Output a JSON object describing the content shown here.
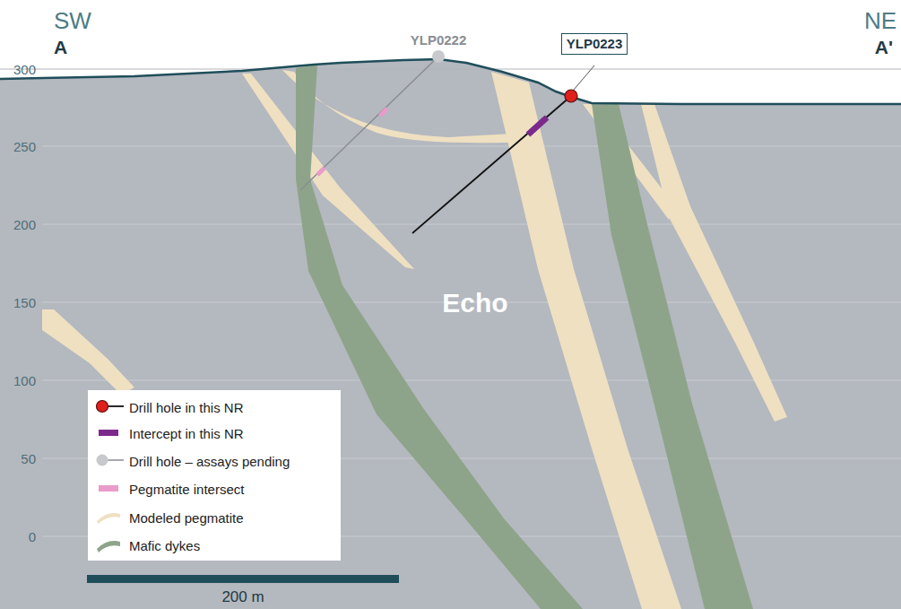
{
  "diagram": {
    "nodes": [
      {
        "text": [
          "YLP0223"
        ]
      }
    ],
    "labels": [
      "SW",
      "A",
      "NE",
      "A'",
      "YLP0222",
      "300",
      "250",
      "200",
      "150",
      "100",
      "50",
      "0",
      "Echo",
      "200 m"
    ],
    "legend": [
      {
        "text": "Drill hole in this NR"
      },
      {
        "text": "Intercept in this NR",
        "color": "#7b2a8c"
      },
      {
        "text": "Drill hole – assays pending"
      },
      {
        "text": "Pegmatite intersect",
        "color": "#e99cc9"
      },
      {
        "text": "Modeled pegmatite",
        "color": "#efe0c2"
      },
      {
        "text": "Mafic dykes",
        "color": "#8ea48a"
      }
    ]
  }
}
